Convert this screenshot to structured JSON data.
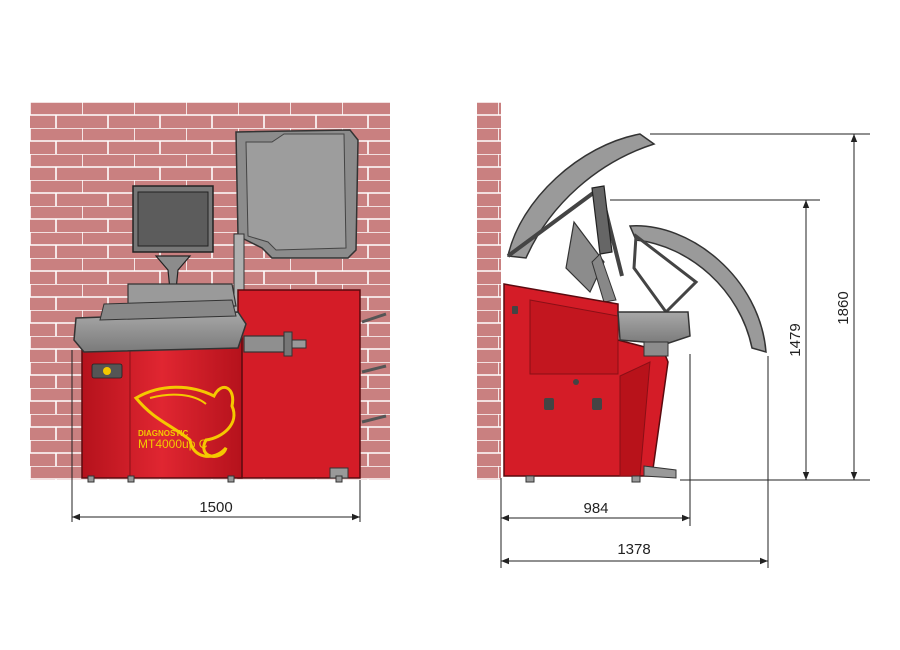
{
  "brand": {
    "label_small": "DIAGNOSTIC",
    "model": "MT4000up C"
  },
  "dimensions": {
    "front_width": "1500",
    "side_depth": "984",
    "side_depth_open": "1378",
    "height_closed": "1479",
    "height_open": "1860"
  },
  "colors": {
    "brick": "#c98080",
    "mortar": "#ffffff",
    "machine_red": "#d41c27",
    "machine_gray": "#8c8c8c",
    "logo_yellow": "#f5c800"
  }
}
